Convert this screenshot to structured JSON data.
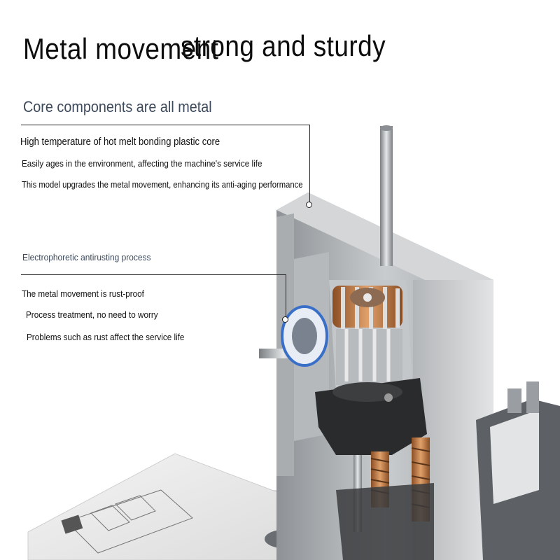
{
  "heading": {
    "part1": "Metal movement",
    "part2": "strong and sturdy"
  },
  "section1": {
    "title": "Core components are all metal",
    "lines": [
      "High temperature of hot melt bonding plastic core",
      "Easily ages in the environment, affecting the machine's service life",
      "This model upgrades the metal movement, enhancing its anti-aging performance"
    ]
  },
  "section2": {
    "title": "Electrophoretic antirusting process",
    "lines": [
      "The metal movement is rust-proof",
      "Process treatment, no need to worry",
      "Problems such as rust affect the service life"
    ]
  },
  "colors": {
    "accent": "#3d4a5c",
    "motor_copper": "#c9824a",
    "metal": "#b9bcbf"
  }
}
